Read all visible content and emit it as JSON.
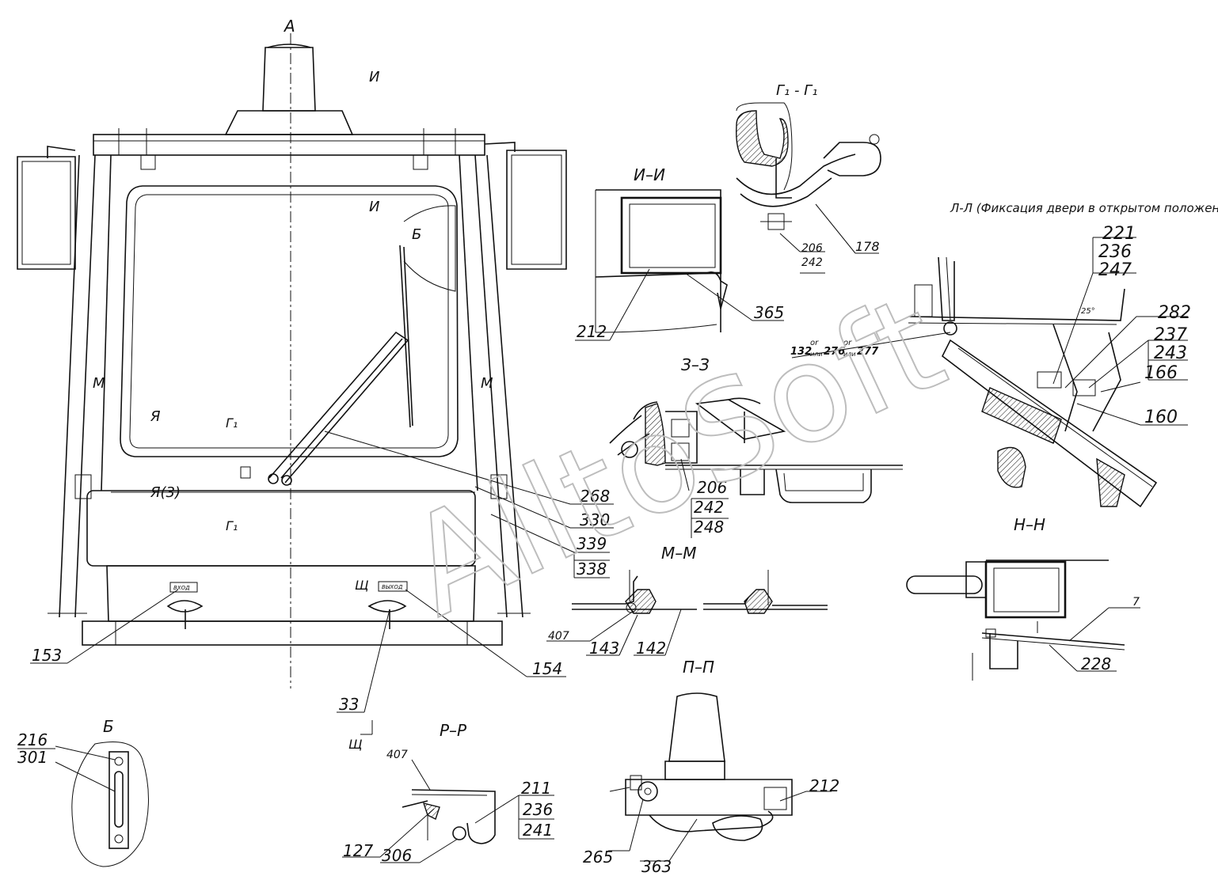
{
  "views": {
    "main": "А",
    "ii": "И–И",
    "g1g1": "Г₁ - Г₁",
    "ll": "Л-Л (Фиксация двери в открытом положении)",
    "zz": "З–З",
    "mm": "М–М",
    "nn": "Н–Н",
    "pp": "П–П",
    "rr": "Р–Р",
    "b": "Б"
  },
  "markers": {
    "i_top": "И",
    "i_mid": "И",
    "b_arrow": "Б",
    "m_left": "М",
    "m_right": "М",
    "ya1": "Я",
    "ya3": "Я(3)",
    "g1_top": "Г₁",
    "g1_bottom": "Г₁",
    "sch_main": "Щ",
    "sch_bottom": "Щ"
  },
  "plates": {
    "left": "ВХОД",
    "right": "ВЫХОД"
  },
  "callouts": {
    "c268": "268",
    "c330": "330",
    "c339": "339",
    "c338": "338",
    "c153": "153",
    "c154": "154",
    "c33": "33",
    "c212a": "212",
    "c365": "365",
    "c206a": "206",
    "c242a": "242",
    "c178": "178",
    "c221": "221",
    "c236a": "236",
    "c247": "247",
    "c282": "282",
    "c237": "237",
    "c243": "243",
    "c166": "166",
    "c160": "160",
    "c132": "132",
    "c276": "276",
    "c277": "277",
    "or1": "or",
    "or2": "or",
    "ili1": "или",
    "ili2": "или",
    "c206b": "206",
    "c242b": "242",
    "c248": "248",
    "c407a": "407",
    "c143": "143",
    "c142": "142",
    "c7": "7",
    "c228": "228",
    "c216": "216",
    "c301": "301",
    "c407b": "407",
    "c211": "211",
    "c236b": "236",
    "c241": "241",
    "c127": "127",
    "c306": "306",
    "c212b": "212",
    "c265": "265",
    "c363": "363"
  },
  "angle": "25°",
  "watermark": "AlltoSoft"
}
